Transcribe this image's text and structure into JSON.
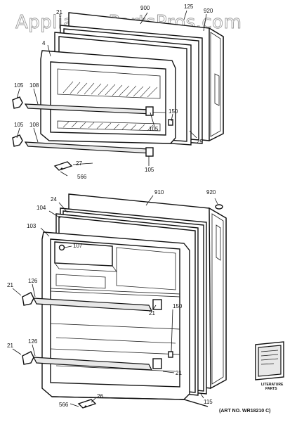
{
  "watermark": "AppliancePartsPros.com",
  "art_number": "(ART NO. WR18210 C)",
  "literature_label": {
    "line1": "LITERATURE",
    "line2": "PARTS"
  },
  "labels": {
    "top_900": "900",
    "top_125": "125",
    "top_920": "920",
    "top_21": "21",
    "top_4": "4",
    "top_105a": "105",
    "top_108a": "108",
    "top_150": "150",
    "top_105b": "105",
    "top_29": "29",
    "top_105c": "105",
    "top_108b": "108",
    "top_105d": "105",
    "top_27": "27",
    "top_566": "566",
    "bot_910": "910",
    "bot_920": "920",
    "bot_24": "24",
    "bot_104": "104",
    "bot_103": "103",
    "bot_107": "107",
    "bot_21a": "21",
    "bot_126a": "126",
    "bot_21b": "21",
    "bot_150": "150",
    "bot_21c": "21",
    "bot_126b": "126",
    "bot_21d": "21",
    "bot_115": "115",
    "bot_26": "26",
    "bot_566": "566"
  }
}
